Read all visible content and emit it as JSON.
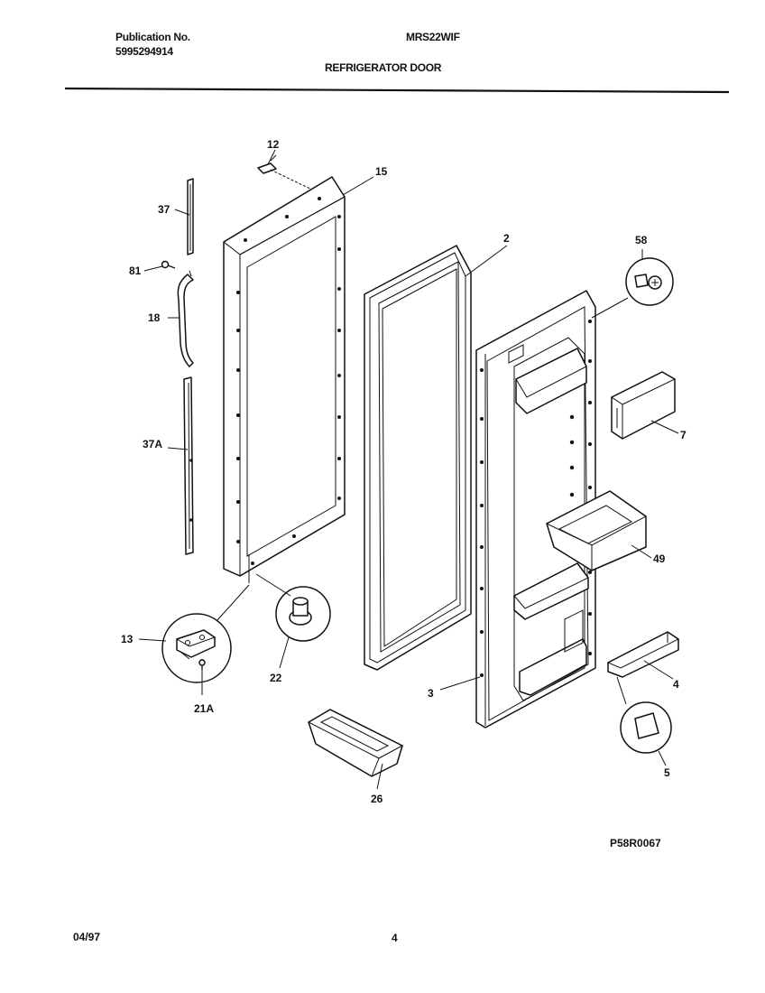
{
  "header": {
    "publication_label": "Publication No.",
    "publication_number": "5995294914",
    "model": "MRS22WIF",
    "section_title": "REFRIGERATOR DOOR"
  },
  "diagram_code": "P58R0067",
  "footer": {
    "date": "04/97",
    "page_number": "4"
  },
  "callouts": {
    "c12": "12",
    "c15": "15",
    "c37": "37",
    "c81": "81",
    "c18": "18",
    "c37a": "37A",
    "c2": "2",
    "c58": "58",
    "c7": "7",
    "c49": "49",
    "c13": "13",
    "c21a": "21A",
    "c22": "22",
    "c3": "3",
    "c4": "4",
    "c5": "5",
    "c26": "26"
  }
}
